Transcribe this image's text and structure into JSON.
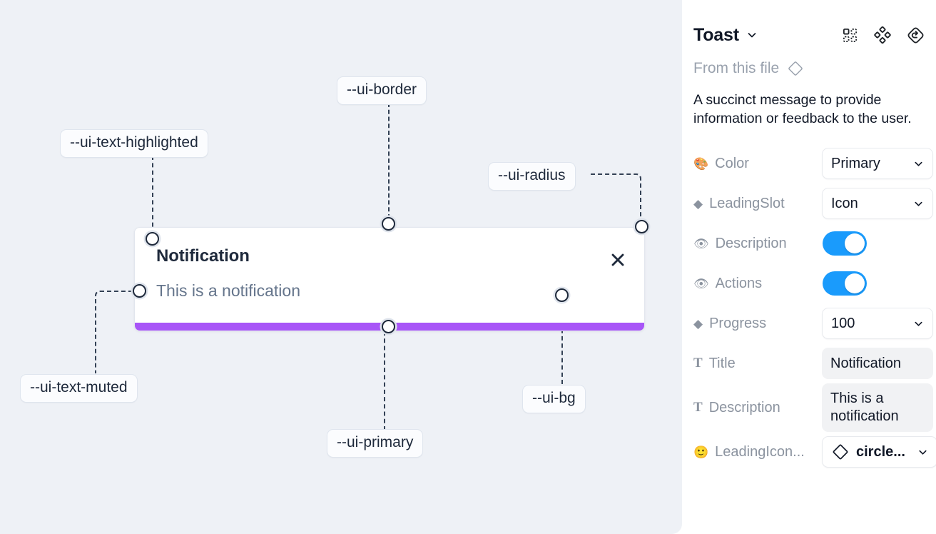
{
  "canvas": {
    "background_color": "#eef1f6",
    "toast": {
      "title": "Notification",
      "description": "This is a notification",
      "close_icon": "close-x-icon",
      "progress_color": "#a855f7",
      "background_color": "#ffffff",
      "border_color": "#e2e6ee"
    },
    "tokens": [
      {
        "id": "text-highlighted",
        "label": "--ui-text-highlighted"
      },
      {
        "id": "border",
        "label": "--ui-border"
      },
      {
        "id": "radius",
        "label": "--ui-radius"
      },
      {
        "id": "text-muted",
        "label": "--ui-text-muted"
      },
      {
        "id": "primary",
        "label": "--ui-primary"
      },
      {
        "id": "bg",
        "label": "--ui-bg"
      }
    ]
  },
  "panel": {
    "title": "Toast",
    "title_caret_icon": "chevron-down-icon",
    "header_icons": [
      {
        "name": "component-grid-icon"
      },
      {
        "name": "component-instance-icon"
      },
      {
        "name": "reset-instance-icon"
      }
    ],
    "from_file_label": "From this file",
    "from_file_icon": "diamond-icon",
    "component_description": "A succinct message to provide information or feedback to the user.",
    "properties": [
      {
        "icon": "palette-emoji",
        "icon_glyph": "🎨",
        "label": "Color",
        "control": "select",
        "value": "Primary"
      },
      {
        "icon": "diamond-filled-icon",
        "icon_glyph": "◆",
        "label": "LeadingSlot",
        "control": "select",
        "value": "Icon"
      },
      {
        "icon": "eye-emoji",
        "icon_glyph": "👁",
        "label": "Description",
        "control": "switch",
        "value": "on"
      },
      {
        "icon": "eye-emoji",
        "icon_glyph": "👁",
        "label": "Actions",
        "control": "switch",
        "value": "on"
      },
      {
        "icon": "diamond-filled-icon",
        "icon_glyph": "◆",
        "label": "Progress",
        "control": "select",
        "value": "100"
      },
      {
        "icon": "text-type-icon",
        "icon_glyph": "T",
        "label": "Title",
        "control": "text",
        "value": "Notification"
      },
      {
        "icon": "text-type-icon",
        "icon_glyph": "T",
        "label": "Description",
        "control": "text",
        "value": "This is a notification"
      },
      {
        "icon": "smiley-emoji",
        "icon_glyph": "🙂",
        "label": "LeadingIcon...",
        "control": "icon-select",
        "value": "circle..."
      }
    ],
    "accent_color": "#1a9bfc"
  }
}
